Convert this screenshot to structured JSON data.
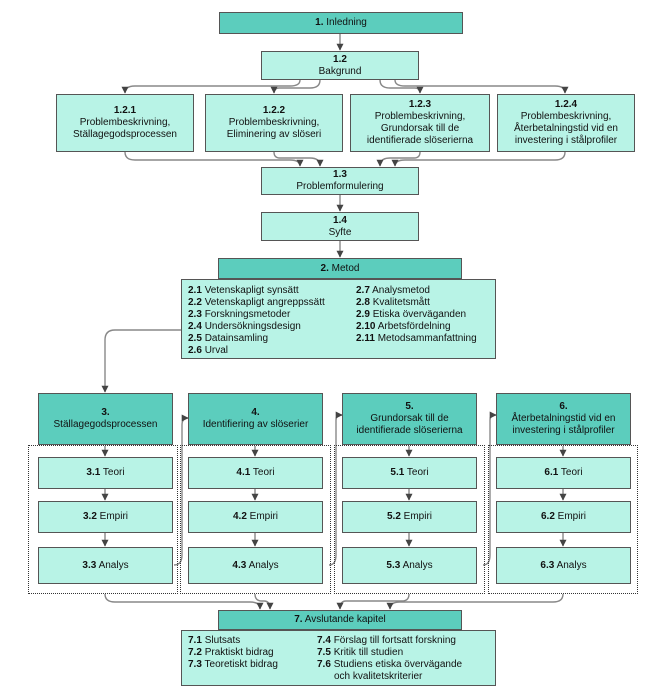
{
  "intro": {
    "num": "1.",
    "label": "Inledning"
  },
  "background": {
    "num": "1.2",
    "label": "Bakgrund"
  },
  "sub_backgrounds": [
    {
      "num": "1.2.1",
      "line1": "Problembeskrivning,",
      "line2": "Ställagegodsprocessen",
      "line3": ""
    },
    {
      "num": "1.2.2",
      "line1": "Problembeskrivning,",
      "line2": "Eliminering av slöseri",
      "line3": ""
    },
    {
      "num": "1.2.3",
      "line1": "Problembeskrivning,",
      "line2": "Grundorsak till de",
      "line3": "identifierade slöserierna"
    },
    {
      "num": "1.2.4",
      "line1": "Problembeskrivning,",
      "line2": "Återbetalningstid vid en",
      "line3": "investering i stålprofiler"
    }
  ],
  "problem": {
    "num": "1.3",
    "label": "Problemformulering"
  },
  "purpose": {
    "num": "1.4",
    "label": "Syfte"
  },
  "method": {
    "num": "2.",
    "label": "Metod",
    "left": [
      {
        "num": "2.1",
        "label": "Vetenskapligt synsätt"
      },
      {
        "num": "2.2",
        "label": "Vetenskapligt angreppssätt"
      },
      {
        "num": "2.3",
        "label": "Forskningsmetoder"
      },
      {
        "num": "2.4",
        "label": "Undersökningsdesign"
      },
      {
        "num": "2.5",
        "label": "Datainsamling"
      },
      {
        "num": "2.6",
        "label": "Urval"
      }
    ],
    "right": [
      {
        "num": "2.7",
        "label": "Analysmetod"
      },
      {
        "num": "2.8",
        "label": "Kvalitetsmått"
      },
      {
        "num": "2.9",
        "label": "Etiska överväganden"
      },
      {
        "num": "2.10",
        "label": "Arbetsfördelning"
      },
      {
        "num": "2.11",
        "label": "Metodsammanfattning"
      }
    ]
  },
  "chapters": [
    {
      "num": "3.",
      "line1": "Ställagegodsprocessen",
      "line2": "",
      "subs": [
        {
          "num": "3.1",
          "label": "Teori"
        },
        {
          "num": "3.2",
          "label": "Empiri"
        },
        {
          "num": "3.3",
          "label": "Analys"
        }
      ]
    },
    {
      "num": "4.",
      "line1": "Identifiering av slöserier",
      "line2": "",
      "subs": [
        {
          "num": "4.1",
          "label": "Teori"
        },
        {
          "num": "4.2",
          "label": "Empiri"
        },
        {
          "num": "4.3",
          "label": "Analys"
        }
      ]
    },
    {
      "num": "5.",
      "line1": "Grundorsak till de",
      "line2": "identifierade slöserierna",
      "subs": [
        {
          "num": "5.1",
          "label": "Teori"
        },
        {
          "num": "5.2",
          "label": "Empiri"
        },
        {
          "num": "5.3",
          "label": "Analys"
        }
      ]
    },
    {
      "num": "6.",
      "line1": "Återbetalningstid vid en",
      "line2": "investering i stålprofiler",
      "subs": [
        {
          "num": "6.1",
          "label": "Teori"
        },
        {
          "num": "6.2",
          "label": "Empiri"
        },
        {
          "num": "6.3",
          "label": "Analys"
        }
      ]
    }
  ],
  "final": {
    "num": "7.",
    "label": "Avslutande kapitel",
    "left": [
      {
        "num": "7.1",
        "label": "Slutsats"
      },
      {
        "num": "7.2",
        "label": "Praktiskt bidrag"
      },
      {
        "num": "7.3",
        "label": "Teoretiskt bidrag"
      }
    ],
    "right": [
      {
        "num": "7.4",
        "label": "Förslag till fortsatt forskning"
      },
      {
        "num": "7.5",
        "label": "Kritik till studien"
      },
      {
        "num": "7.6",
        "label": "Studiens etiska övervägande"
      }
    ],
    "right_cont": "och kvalitetskriterier"
  },
  "colors": {
    "dark": "#5ccdbd",
    "light": "#b8f3e6",
    "line": "#555555"
  }
}
